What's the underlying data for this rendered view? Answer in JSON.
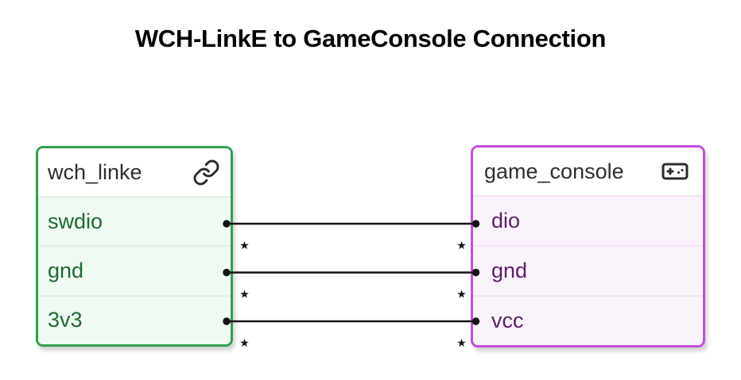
{
  "title": "WCH-LinkE to GameConsole Connection",
  "nodes": {
    "wch_linke": {
      "label": "wch_linke",
      "icon": "link-icon",
      "ports": [
        "swdio",
        "gnd",
        "3v3"
      ],
      "colors": {
        "border": "#2fa04e",
        "header_bg": "#ffffff",
        "row_bg": "#f0f9f2",
        "separator": "#ddf0e3",
        "port_text": "#1c6b35"
      }
    },
    "game_console": {
      "label": "game_console",
      "icon": "gamepad-icon",
      "ports": [
        "dio",
        "gnd",
        "vcc"
      ],
      "colors": {
        "border": "#c44fd9",
        "header_bg": "#ffffff",
        "row_bg": "#fbf3fc",
        "separator": "#f4e1f6",
        "port_text": "#5c2166"
      }
    }
  },
  "connections": [
    {
      "from": "wch_linke.swdio",
      "to": "game_console.dio",
      "source_marker": "★",
      "target_marker": "★"
    },
    {
      "from": "wch_linke.gnd",
      "to": "game_console.gnd",
      "source_marker": "★",
      "target_marker": "★"
    },
    {
      "from": "wch_linke.3v3",
      "to": "game_console.vcc",
      "source_marker": "★",
      "target_marker": "★"
    }
  ],
  "connection_color": "#141414",
  "header_text_color": "#2e2e2e",
  "title_color": "#000000",
  "icon_color": "#2b2b2b"
}
